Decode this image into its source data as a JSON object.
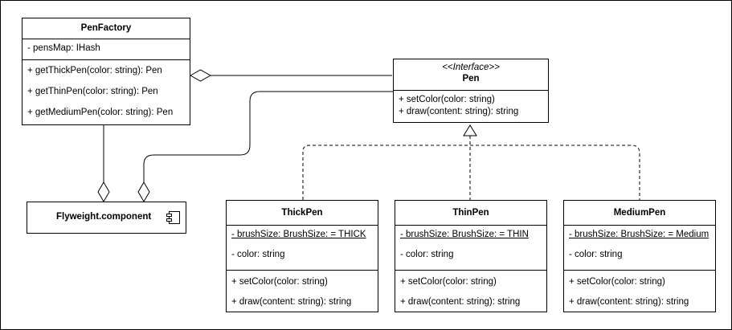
{
  "pen_factory": {
    "title": "PenFactory",
    "attributes": [
      "- pensMap: IHash"
    ],
    "methods": [
      "+ getThickPen(color: string): Pen",
      "+ getThinPen(color: string): Pen",
      "+ getMediumPen(color: string): Pen"
    ]
  },
  "pen_interface": {
    "stereotype": "<<Interface>>",
    "title": "Pen",
    "methods": [
      "+ setColor(color: string)",
      "+ draw(content: string): string"
    ]
  },
  "flyweight": {
    "label": "Flyweight.component"
  },
  "classes": [
    {
      "title": "ThickPen",
      "attributes": [
        "- brushSize: BrushSize: = THICK",
        "- color: string"
      ],
      "methods": [
        "+ setColor(color: string)",
        "+ draw(content: string): string"
      ]
    },
    {
      "title": "ThinPen",
      "attributes": [
        "- brushSize: BrushSize: = THIN",
        "- color: string"
      ],
      "methods": [
        "+ setColor(color: string)",
        "+ draw(content: string): string"
      ]
    },
    {
      "title": "MediumPen",
      "attributes": [
        "- brushSize: BrushSize: = Medium",
        "- color: string"
      ],
      "methods": [
        "+ setColor(color: string)",
        "+ draw(content: string): string"
      ]
    }
  ]
}
